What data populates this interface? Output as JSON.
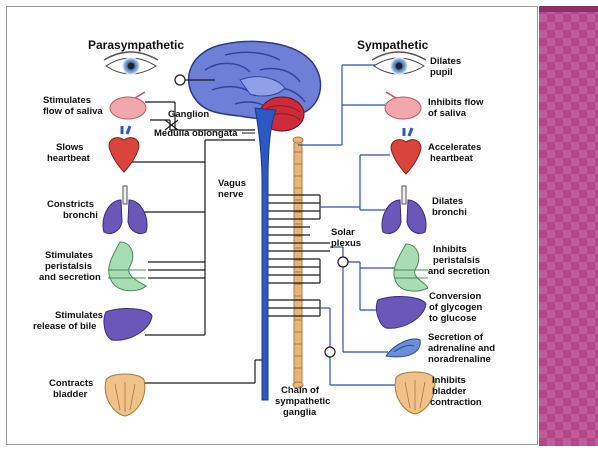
{
  "headers": {
    "parasympathetic": "Parasympathetic",
    "sympathetic": "Sympathetic"
  },
  "center_labels": {
    "ganglion": "Ganglion",
    "medulla": "Medulla oblongata",
    "vagus_1": "Vagus",
    "vagus_2": "nerve",
    "solar_1": "Solar",
    "solar_2": "plexus",
    "chain_1": "Chain of",
    "chain_2": "sympathetic",
    "chain_3": "ganglia"
  },
  "parasympathetic_effects": [
    {
      "line1": "Stimulates",
      "line2": "flow of saliva",
      "organ": "salivary-gland-icon"
    },
    {
      "line1": "Slows",
      "line2": "heartbeat",
      "organ": "heart-icon"
    },
    {
      "line1": "Constricts",
      "line2": "bronchi",
      "organ": "lungs-icon"
    },
    {
      "line1": "Stimulates",
      "line2": "peristalsis",
      "line3": "and secretion",
      "organ": "stomach-icon"
    },
    {
      "line1": "Stimulates",
      "line2": "release of bile",
      "organ": "liver-icon"
    },
    {
      "line1": "Contracts",
      "line2": "bladder",
      "organ": "bladder-icon"
    }
  ],
  "sympathetic_effects": [
    {
      "line1": "Dilates",
      "line2": "pupil",
      "organ": "eye-icon"
    },
    {
      "line1": "Inhibits flow",
      "line2": "of saliva",
      "organ": "salivary-gland-icon"
    },
    {
      "line1": "Accelerates",
      "line2": "heartbeat",
      "organ": "heart-icon"
    },
    {
      "line1": "Dilates",
      "line2": "bronchi",
      "organ": "lungs-icon"
    },
    {
      "line1": "Inhibits",
      "line2": "peristalsis",
      "line3": "and secretion",
      "organ": "stomach-icon"
    },
    {
      "line1": "Conversion",
      "line2": "of glycogen",
      "line3": "to glucose",
      "organ": "liver-icon"
    },
    {
      "line1": "Secretion of",
      "line2": "adrenaline and",
      "line3": "noradrenaline",
      "organ": "adrenal-gland-icon"
    },
    {
      "line1": "Inhibits",
      "line2": "bladder",
      "line3": "contraction",
      "organ": "bladder-icon"
    }
  ],
  "colors": {
    "brain": "#6d7fd6",
    "cerebellum": "#cc2b3a",
    "spinal_cord": "#2c58c4",
    "sympathetic_chain": "#e8b47a",
    "organ_red": "#d9453a",
    "organ_pink": "#f2a7ad",
    "organ_green": "#a8dcb2",
    "organ_purple": "#6a57b8",
    "bladder_tan": "#f0c28a",
    "side_band": "#b5468e"
  }
}
